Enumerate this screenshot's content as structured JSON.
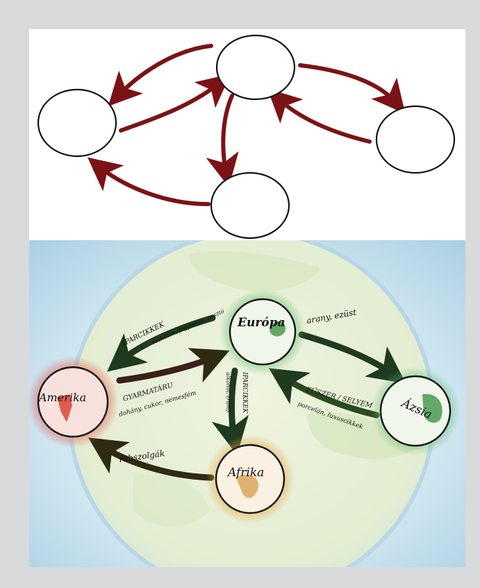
{
  "diagram_top": {
    "nodes": [
      "",
      "",
      "",
      "",
      ""
    ]
  },
  "diagram_map": {
    "nodes": {
      "europe": "Európa",
      "america": "Amerika",
      "asia": "Ázsia",
      "africa": "Afrika"
    },
    "flows": {
      "europe_to_america_title": "IPARCIKKEK",
      "europe_to_america_goods": "eszközök, fegyverek, posztó",
      "america_to_europe_title": "GYARMATÁRU",
      "america_to_europe_goods": "dohány, cukor, nemesfém",
      "europe_to_asia": "arany, ezüst",
      "asia_to_europe_title": "FŰSZER / SELYEM",
      "asia_to_europe_goods": "porcelán, luxuscikkek",
      "europe_to_africa_title": "IPARCIKKEK",
      "europe_to_africa_goods": "alkohol, (rum)",
      "africa_to_america": "rabszolgák"
    }
  },
  "colors": {
    "frame": "#d9dadb",
    "top_arrow": "#7b1316",
    "map_arrow": "#1f3a1f",
    "ocean": "#cfe6f0",
    "globe": "#e8f1d8",
    "america_glow": "#e85a4f",
    "europe_glow": "#5fb86a",
    "asia_glow": "#62b86a",
    "africa_glow": "#e8a13a"
  }
}
